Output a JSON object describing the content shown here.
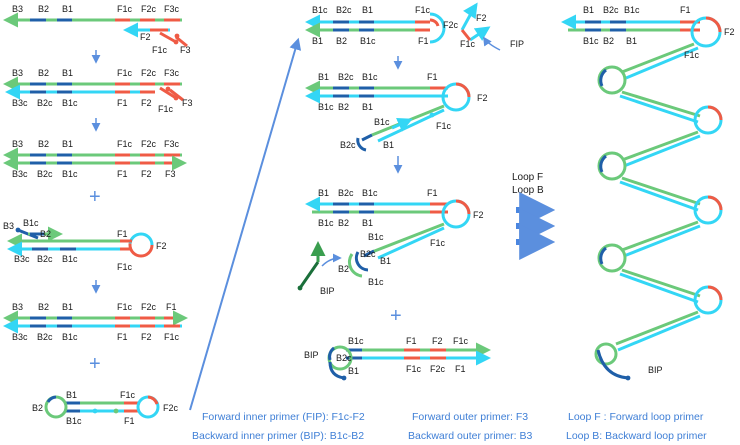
{
  "colors": {
    "green": "#6bc97a",
    "cyan": "#33d6f5",
    "blue": "#1f5fa8",
    "red": "#ef5b45",
    "arrow": "#5b8fde",
    "text": "#1a1a1a",
    "caption": "#3e78d0"
  },
  "panel1": {
    "top_labels": [
      "B3",
      "B2",
      "B1",
      "F1c",
      "F2c",
      "F3c"
    ],
    "f2_label": "F2",
    "f1c_label": "F1c",
    "f3_label": "F3"
  },
  "panel2": {
    "top_labels": [
      "B3",
      "B2",
      "B1",
      "F1c",
      "F2c",
      "F3c"
    ],
    "bottom_labels": [
      "B3c",
      "B2c",
      "B1c",
      "F1",
      "F2",
      "F1c",
      "F3"
    ]
  },
  "panel3": {
    "top_labels": [
      "B3",
      "B2",
      "B1",
      "F1c",
      "F2c",
      "F3c"
    ],
    "bottom_labels": [
      "B3c",
      "B2c",
      "B1c",
      "F1",
      "F2",
      "F3"
    ]
  },
  "panel4": {
    "labels": [
      "B3",
      "B1c",
      "B2",
      "F1",
      "F2",
      "B3c",
      "B2c",
      "B1c",
      "F1c"
    ]
  },
  "panel5": {
    "top_labels": [
      "B3",
      "B2",
      "B1",
      "F1c",
      "F2c",
      "F1"
    ],
    "bottom_labels": [
      "B3c",
      "B2c",
      "B1c",
      "F1",
      "F2",
      "F1c"
    ]
  },
  "panel6": {
    "labels": [
      "B1",
      "B2",
      "B1c",
      "F1c",
      "F1",
      "F2c"
    ]
  },
  "mid1": {
    "labels": [
      "B1c",
      "B2c",
      "B1",
      "F1c",
      "B1",
      "B2",
      "B1c",
      "F1",
      "F2c",
      "F2",
      "F1c",
      "FIP"
    ]
  },
  "mid2": {
    "labels": [
      "B1",
      "B2c",
      "B1c",
      "F1",
      "B1c",
      "B2",
      "B1",
      "F2",
      "F1c",
      "B1c",
      "B2c",
      "B1"
    ]
  },
  "mid3": {
    "labels": [
      "B1",
      "B2c",
      "B1c",
      "F1",
      "B1c",
      "B2",
      "B1",
      "F2",
      "B1c",
      "B2c",
      "B1",
      "F1c",
      "B2",
      "BIP",
      "B1c"
    ]
  },
  "mid4": {
    "labels": [
      "B1c",
      "B2c",
      "B1",
      "F1",
      "F2",
      "F1c",
      "F1c",
      "F2c",
      "F1",
      "BIP"
    ]
  },
  "loop": {
    "line1": "Loop F",
    "line2": "Loop B"
  },
  "right": {
    "labels": [
      "B1",
      "B2c",
      "B1c",
      "F1",
      "B1c",
      "B2",
      "B1",
      "F2",
      "F1c",
      "BIP"
    ]
  },
  "plus_sign": "+",
  "legend": {
    "fip": "Forward inner primer (FIP): F1c-F2",
    "bip": "Backward  inner primer (BIP): B1c-B2",
    "f3": "Forward  outer primer: F3",
    "b3": "Backward  outer primer: B3",
    "loopf": "Loop F : Forward loop primer",
    "loopb": "Loop B: Backward loop primer"
  }
}
